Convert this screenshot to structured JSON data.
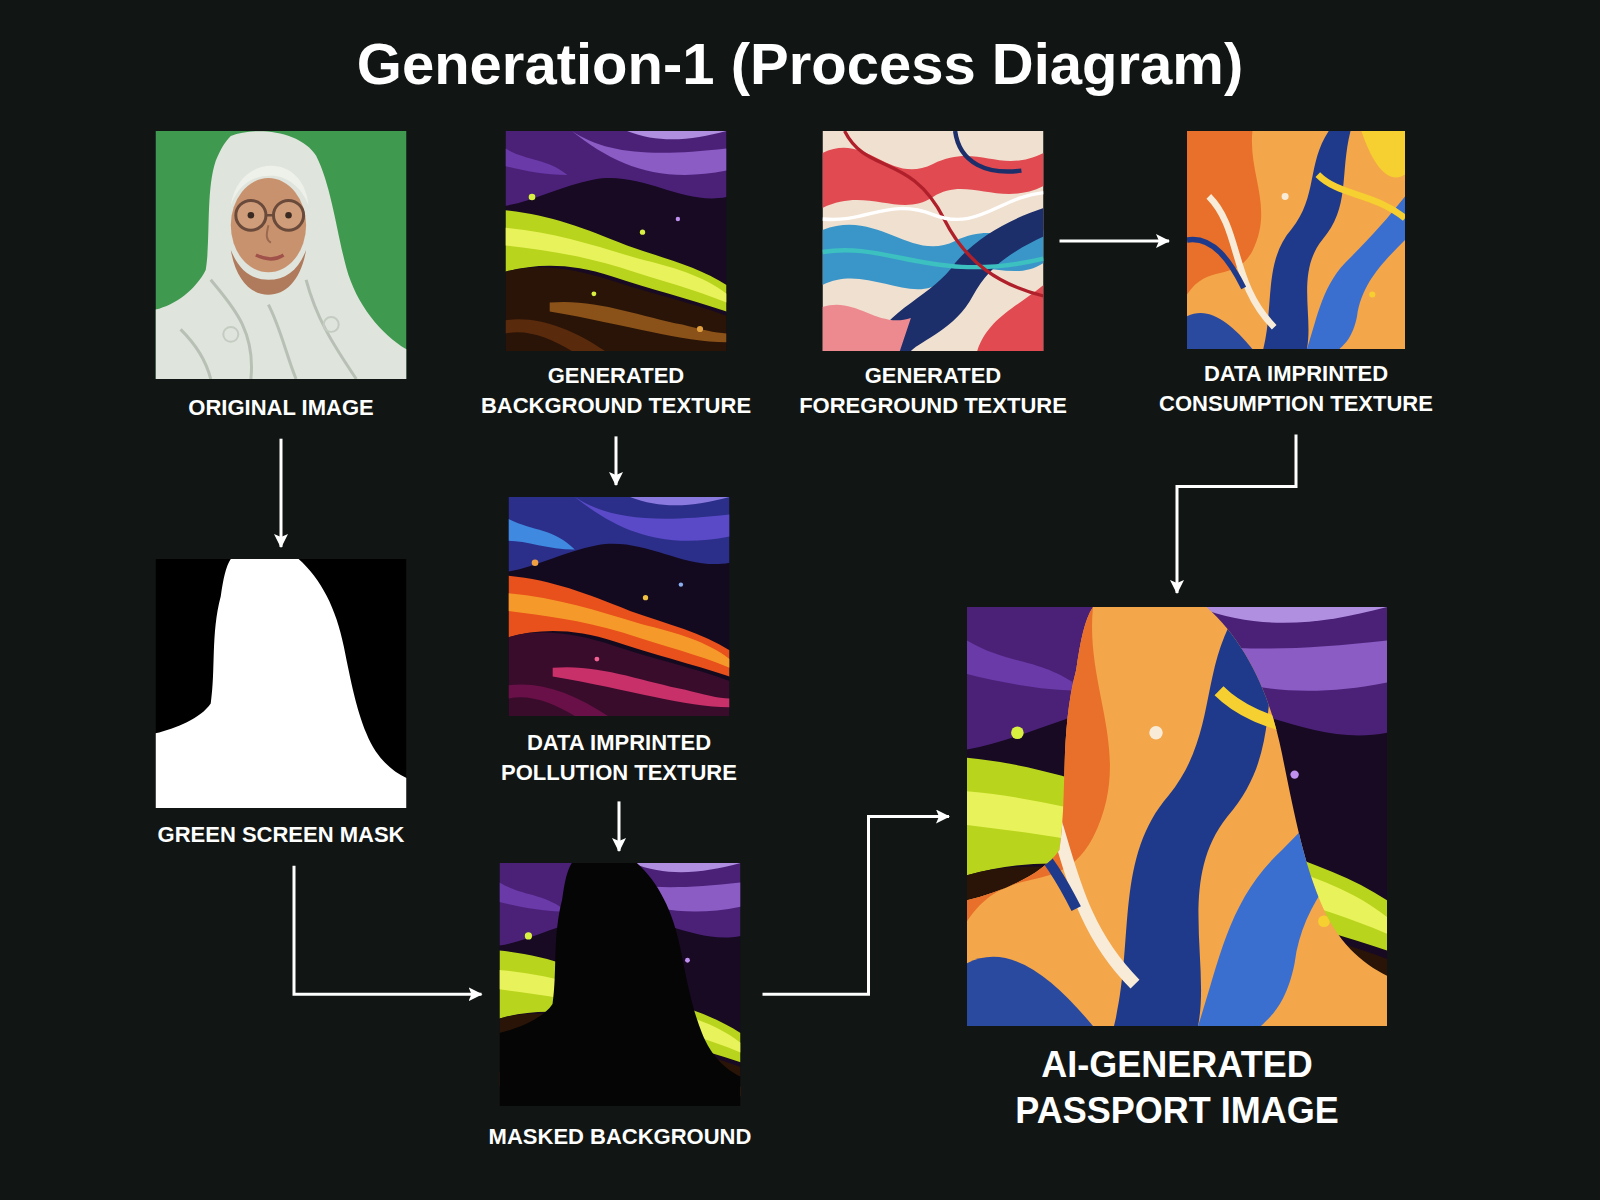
{
  "diagram": {
    "title": "Generation-1 (Process Diagram)",
    "nodes": [
      {
        "text": [
          "ORIGINAL IMAGE"
        ]
      },
      {
        "text": [
          "GENERATED BACKGROUND TEXTURE"
        ]
      },
      {
        "text": [
          "GENERATED FOREGROUND TEXTURE"
        ]
      },
      {
        "text": [
          "DATA IMPRINTED CONSUMPTION TEXTURE"
        ]
      },
      {
        "text": [
          "DATA IMPRINTED POLLUTION TEXTURE"
        ]
      },
      {
        "text": [
          "GREEN SCREEN MASK"
        ]
      },
      {
        "text": [
          "MASKED BACKGROUND"
        ]
      },
      {
        "text": [
          "AI-GENERATED PASSPORT IMAGE"
        ]
      }
    ],
    "edges": [
      {
        "from": 0,
        "to": 5,
        "arrow": "to"
      },
      {
        "from": 1,
        "to": 4,
        "arrow": "to"
      },
      {
        "from": 2,
        "to": 3,
        "arrow": "to"
      },
      {
        "from": 3,
        "to": 7,
        "arrow": "to"
      },
      {
        "from": 5,
        "to": 6,
        "arrow": "to"
      },
      {
        "from": 4,
        "to": 6,
        "arrow": "to"
      },
      {
        "from": 6,
        "to": 7,
        "arrow": "to"
      }
    ]
  }
}
